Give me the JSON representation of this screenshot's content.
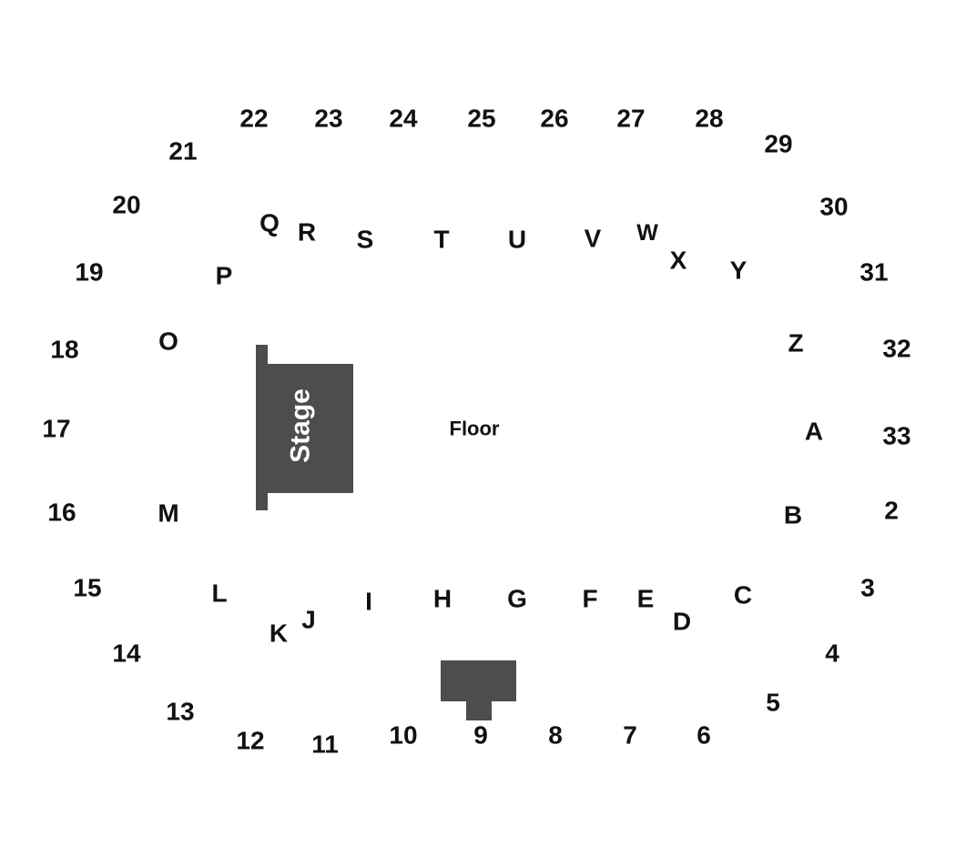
{
  "stage": {
    "label": "Stage"
  },
  "floor": {
    "label": "Floor"
  },
  "upper_sections": [
    "2",
    "3",
    "4",
    "5",
    "6",
    "7",
    "8",
    "9",
    "10",
    "11",
    "12",
    "13",
    "14",
    "15",
    "16",
    "17",
    "18",
    "19",
    "20",
    "21",
    "22",
    "23",
    "24",
    "25",
    "26",
    "27",
    "28",
    "29",
    "30",
    "31",
    "32",
    "33"
  ],
  "lower_sections": [
    "A",
    "B",
    "C",
    "D",
    "E",
    "F",
    "G",
    "H",
    "I",
    "J",
    "K",
    "L",
    "M",
    "O",
    "P",
    "Q",
    "R",
    "S",
    "T",
    "U",
    "V",
    "W",
    "X",
    "Y",
    "Z"
  ],
  "colors": {
    "block": "#4d4d4d",
    "text": "#111111",
    "stage_text": "#ffffff",
    "background": "#ffffff"
  }
}
